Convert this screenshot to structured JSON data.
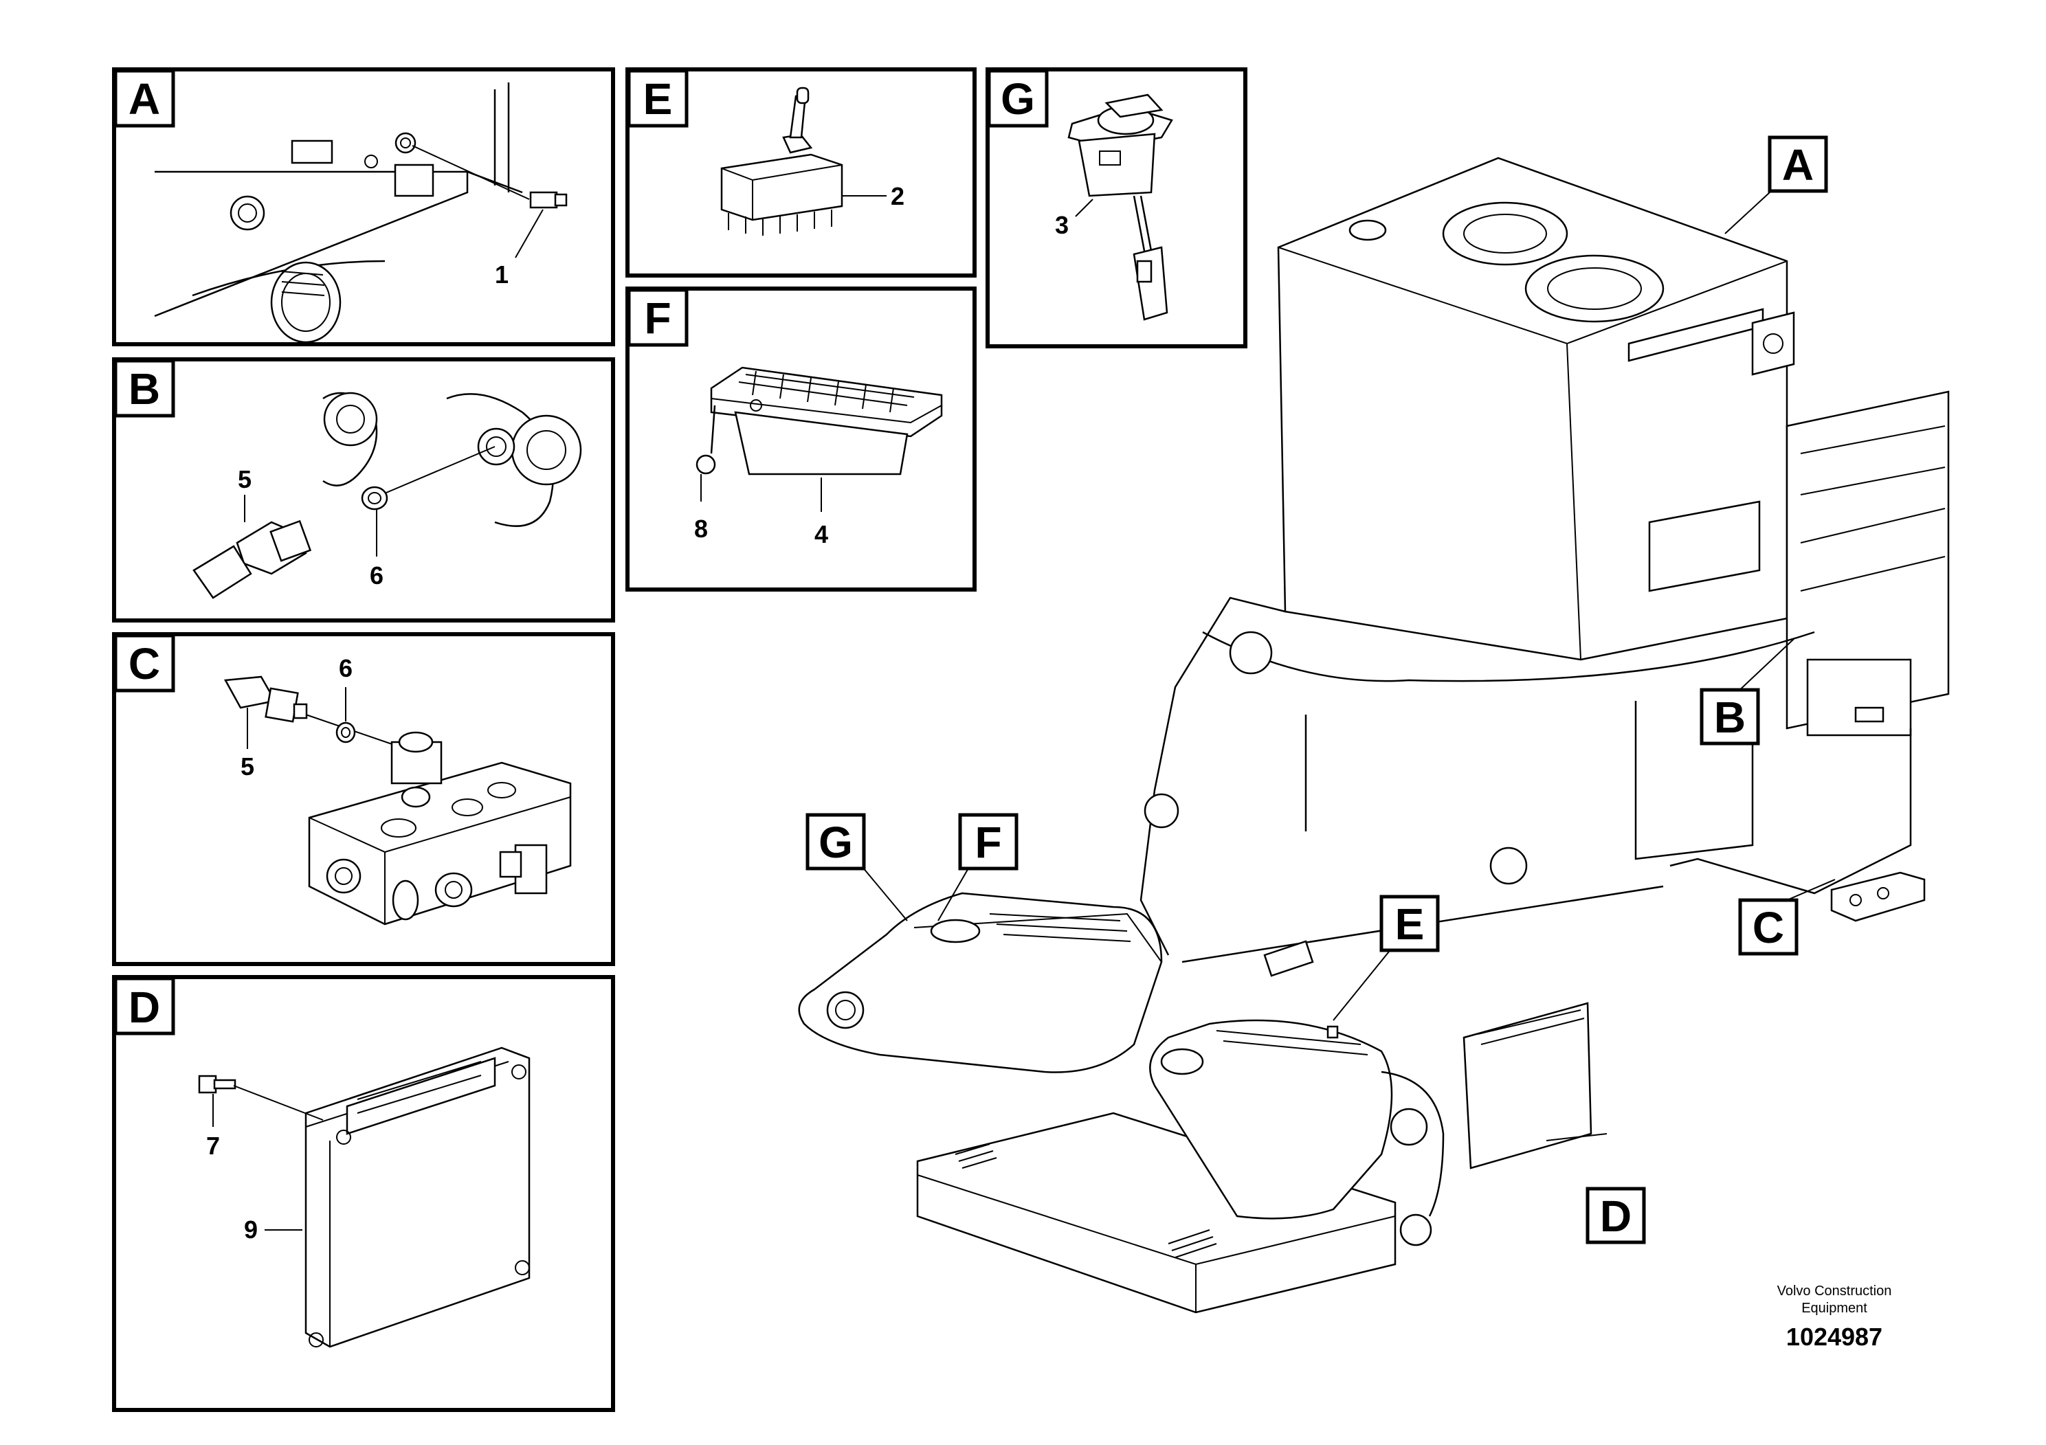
{
  "panels": {
    "A": {
      "letter": "A",
      "callouts": [
        "1"
      ]
    },
    "B": {
      "letter": "B",
      "callouts": [
        "5",
        "6"
      ]
    },
    "C": {
      "letter": "C",
      "callouts": [
        "6",
        "5"
      ]
    },
    "D": {
      "letter": "D",
      "callouts": [
        "7",
        "9"
      ]
    },
    "E": {
      "letter": "E",
      "callouts": [
        "2"
      ]
    },
    "F": {
      "letter": "F",
      "callouts": [
        "8",
        "4"
      ]
    },
    "G": {
      "letter": "G",
      "callouts": [
        "3"
      ]
    }
  },
  "overview_tags": [
    "A",
    "B",
    "C",
    "D",
    "E",
    "F",
    "G"
  ],
  "footer": {
    "company_line1": "Volvo Construction",
    "company_line2": "Equipment",
    "drawing_number": "1024987"
  }
}
